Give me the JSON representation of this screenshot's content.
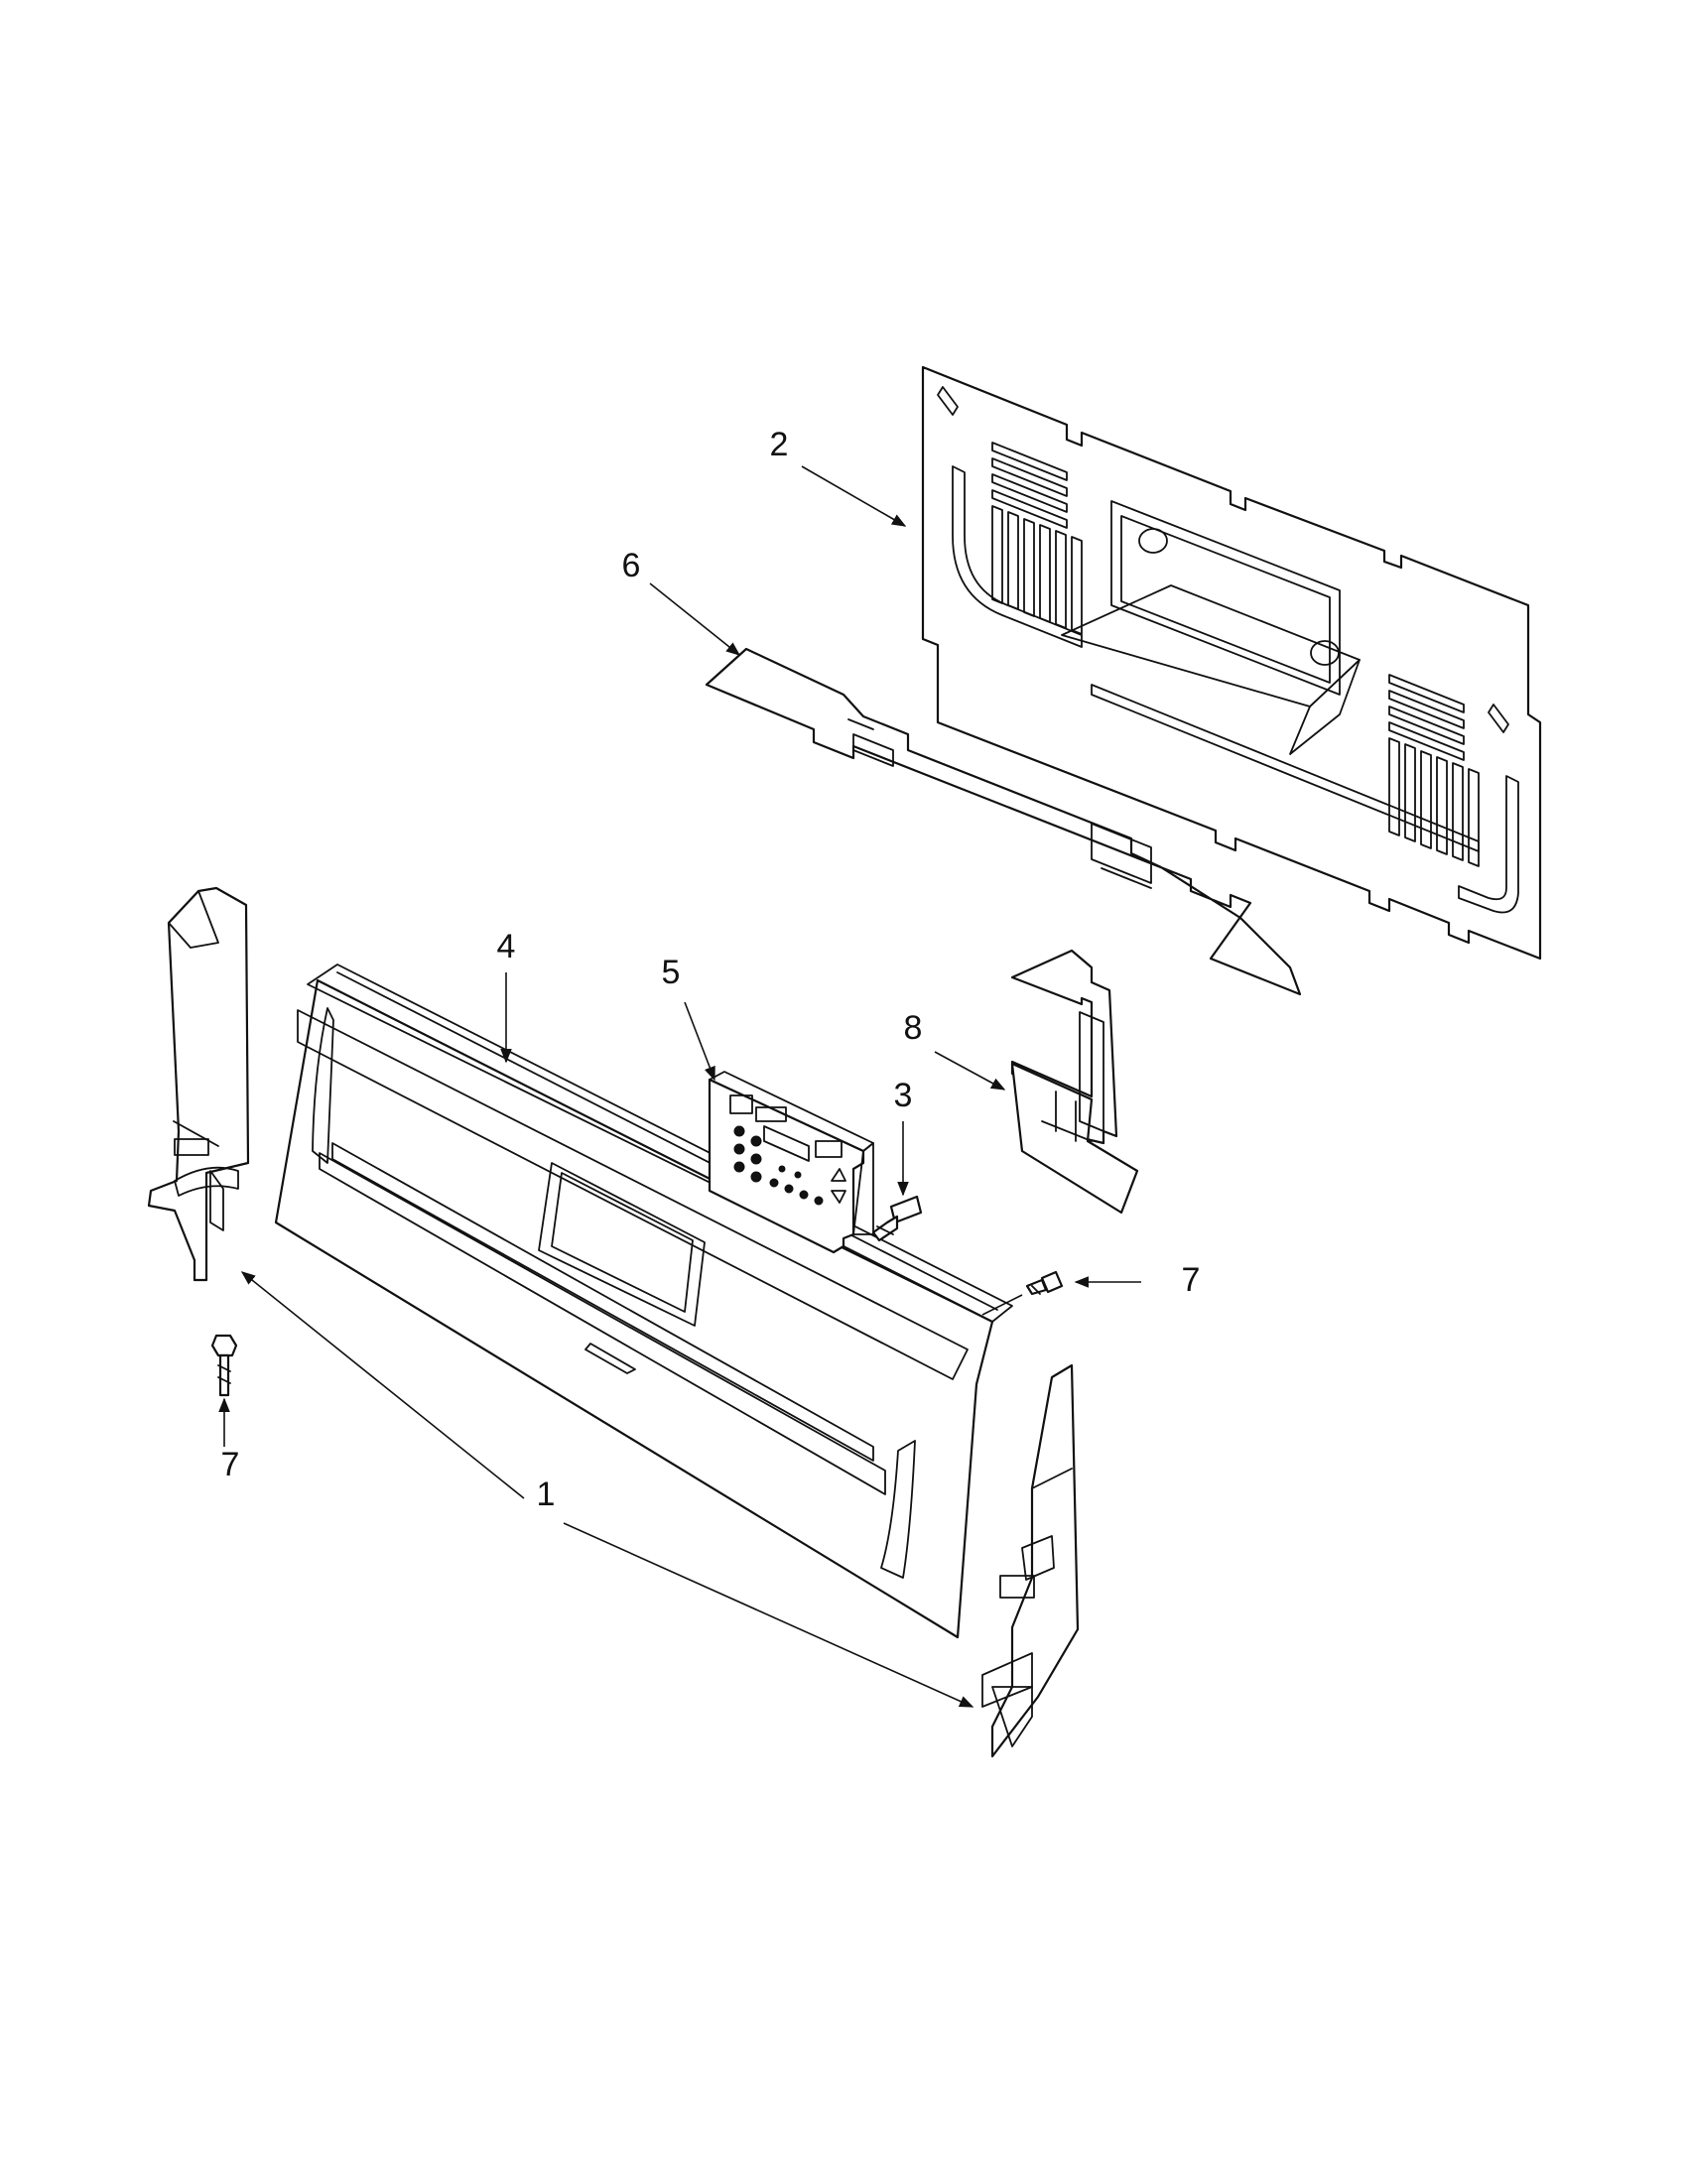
{
  "callouts": [
    {
      "id": "c1",
      "label": "1"
    },
    {
      "id": "c2",
      "label": "2"
    },
    {
      "id": "c3",
      "label": "3"
    },
    {
      "id": "c4",
      "label": "4"
    },
    {
      "id": "c5",
      "label": "5"
    },
    {
      "id": "c6",
      "label": "6"
    },
    {
      "id": "c7a",
      "label": "7"
    },
    {
      "id": "c7b",
      "label": "7"
    },
    {
      "id": "c8",
      "label": "8"
    }
  ],
  "colors": {
    "line": "#111111",
    "background": "#ffffff"
  }
}
